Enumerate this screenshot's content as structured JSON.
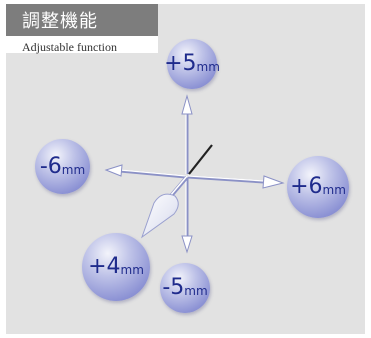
{
  "header": {
    "title": "調整機能",
    "subtitle": "Adjustable function"
  },
  "adjustments": {
    "up": {
      "value": "+5",
      "unit": "mm"
    },
    "left": {
      "value": "-6",
      "unit": "mm"
    },
    "right": {
      "value": "+6",
      "unit": "mm"
    },
    "front": {
      "value": "+4",
      "unit": "mm"
    },
    "down": {
      "value": "-5",
      "unit": "mm"
    }
  },
  "colors": {
    "bubble_text": "#1f2b8c",
    "header_bg": "#7d7d7d",
    "panel_bg": "#e2e2e2"
  }
}
